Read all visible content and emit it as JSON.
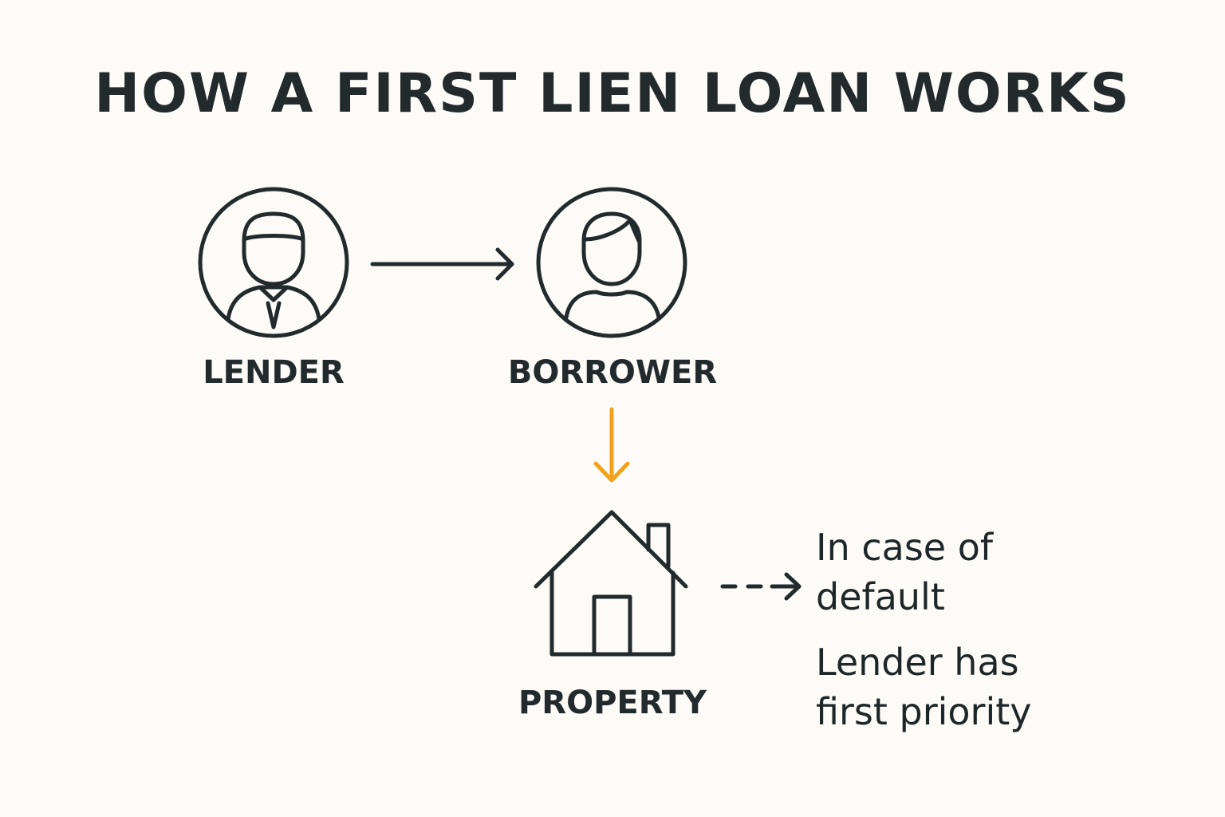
{
  "title": "HOW A FIRST LIEN LOAN WORKS",
  "nodes": {
    "lender": {
      "label": "LENDER",
      "icon": "lender-person-icon"
    },
    "borrower": {
      "label": "BORROWER",
      "icon": "borrower-person-icon"
    },
    "property": {
      "label": "PROPERTY",
      "icon": "house-icon"
    }
  },
  "notes": {
    "default_line1": "In case of",
    "default_line2": "default",
    "priority_line1": "Lender has",
    "priority_line2": "first priority"
  },
  "colors": {
    "ink": "#222a2b",
    "accent": "#f0a21c",
    "background": "#fcfbf8"
  }
}
